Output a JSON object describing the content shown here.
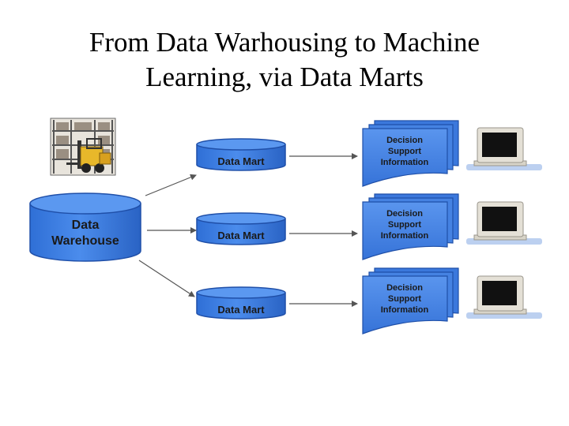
{
  "slide": {
    "title_line1": "From Data Warhousing to Machine",
    "title_line2": "Learning, via Data Marts"
  },
  "diagram": {
    "warehouse": {
      "line1": "Data",
      "line2": "Warehouse"
    },
    "data_marts": [
      {
        "label": "Data Mart"
      },
      {
        "label": "Data Mart"
      },
      {
        "label": "Data Mart"
      }
    ],
    "decision_docs": [
      {
        "line1": "Decision",
        "line2": "Support",
        "line3": "Information"
      },
      {
        "line1": "Decision",
        "line2": "Support",
        "line3": "Information"
      },
      {
        "line1": "Decision",
        "line2": "Support",
        "line3": "Information"
      }
    ],
    "icons": {
      "warehouse_picture": "forklift-warehouse-icon",
      "monitors": [
        "monitor-icon",
        "monitor-icon",
        "monitor-icon"
      ]
    },
    "colors": {
      "shape_fill": "#3f7fe0",
      "shape_stroke": "#1f4fa8",
      "text": "#1a1a1a"
    }
  }
}
